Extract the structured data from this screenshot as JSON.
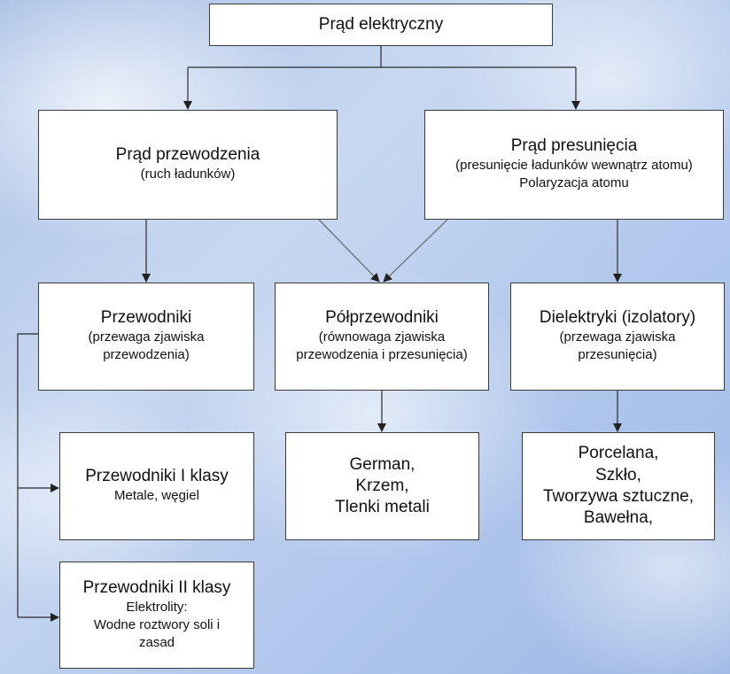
{
  "nodes": {
    "root": {
      "title": "Prąd elektryczny"
    },
    "conduction": {
      "title": "Prąd przewodzenia",
      "lines": [
        "(ruch ładunków)"
      ]
    },
    "displacement": {
      "title": "Prąd presunięcia",
      "lines": [
        "(presunięcie ładunków wewnątrz atomu)",
        "Polaryzacja atomu"
      ]
    },
    "conductors": {
      "title": "Przewodniki",
      "lines": [
        "(przewaga zjawiska",
        "przewodzenia)"
      ]
    },
    "semiconductors": {
      "title": "Półprzewodniki",
      "lines": [
        "(równowaga zjawiska",
        "przewodzenia i przesunięcia)"
      ]
    },
    "dielectrics": {
      "title": "Dielektryki (izolatory)",
      "lines": [
        "(przewaga zjawiska",
        "przesunięcia)"
      ]
    },
    "conductors_class1": {
      "title": "Przewodniki I klasy",
      "lines": [
        "Metale, węgiel"
      ]
    },
    "conductors_class2": {
      "title": "Przewodniki II klasy",
      "lines": [
        "Elektrolity:",
        "Wodne roztwory soli i",
        "zasad"
      ]
    },
    "semi_examples": {
      "lines": [
        "German,",
        "Krzem,",
        "Tlenki metali"
      ]
    },
    "dielectric_examples": {
      "lines": [
        "Porcelana,",
        "Szkło,",
        "Tworzywa sztuczne,",
        "Bawełna,"
      ]
    }
  }
}
